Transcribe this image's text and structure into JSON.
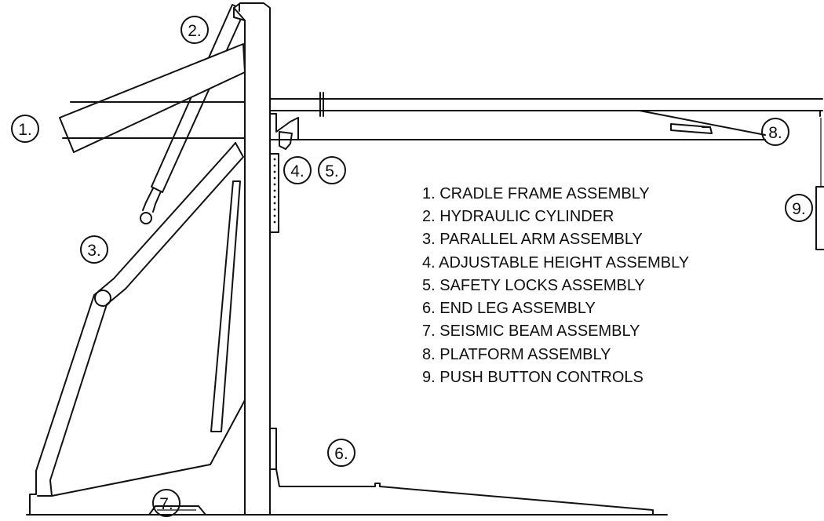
{
  "callouts": [
    {
      "label": "1."
    },
    {
      "label": "2."
    },
    {
      "label": "3."
    },
    {
      "label": "4."
    },
    {
      "label": "5."
    },
    {
      "label": "6."
    },
    {
      "label": "7."
    },
    {
      "label": "8."
    },
    {
      "label": "9."
    }
  ],
  "legend": [
    "1. CRADLE FRAME ASSEMBLY",
    "2. HYDRAULIC CYLINDER",
    "3. PARALLEL ARM ASSEMBLY",
    "4. ADJUSTABLE HEIGHT ASSEMBLY",
    "5. SAFETY LOCKS ASSEMBLY",
    "6. END LEG ASSEMBLY",
    "7. SEISMIC BEAM ASSEMBLY",
    "8. PLATFORM ASSEMBLY",
    "9. PUSH BUTTON CONTROLS"
  ]
}
